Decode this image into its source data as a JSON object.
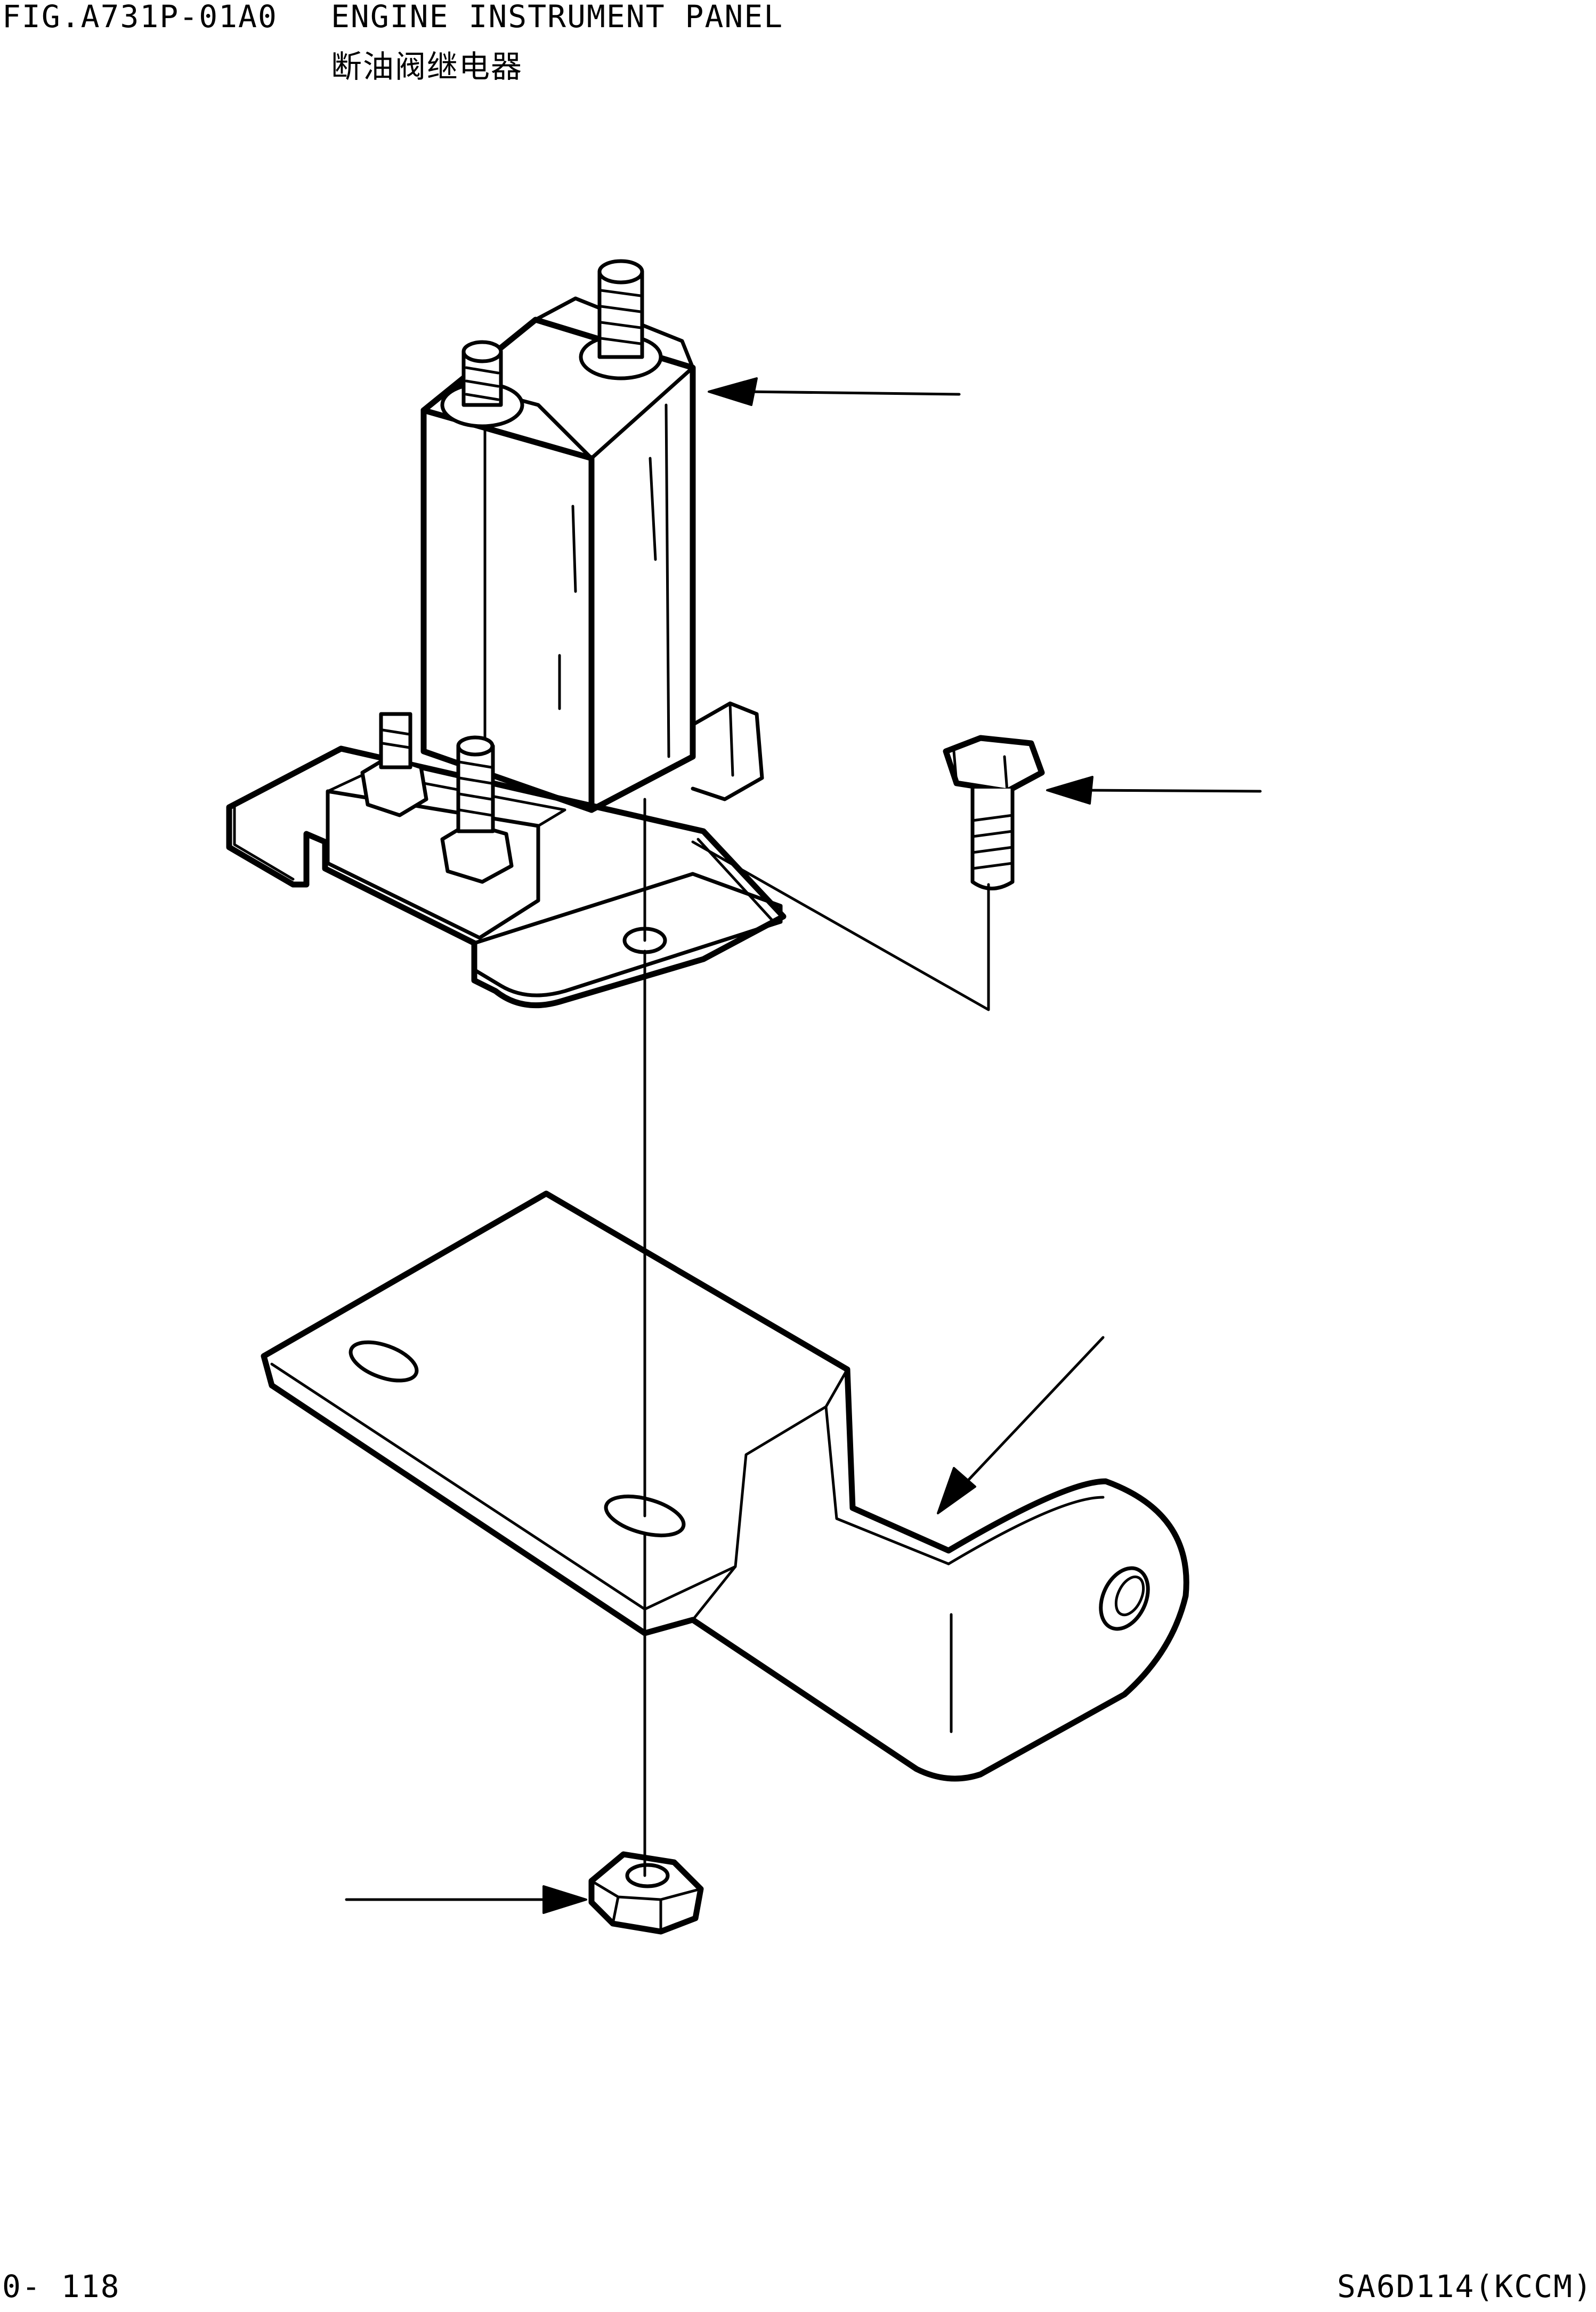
{
  "header": {
    "figure_id": "FIG.A731P-01A0",
    "title": "ENGINE INSTRUMENT PANEL",
    "title_cn": "断油阀继电器"
  },
  "footer": {
    "page_number": "0- 118",
    "model_code": "SA6D114(KCCM)"
  },
  "colors": {
    "ink": "#000000",
    "paper": "#ffffff"
  },
  "parts": [
    {
      "name": "fuel-cut-relay",
      "icon": "relay-icon"
    },
    {
      "name": "bolt",
      "icon": "hex-bolt-icon"
    },
    {
      "name": "mounting-bracket",
      "icon": "bracket-icon"
    },
    {
      "name": "nut",
      "icon": "hex-nut-icon"
    }
  ]
}
